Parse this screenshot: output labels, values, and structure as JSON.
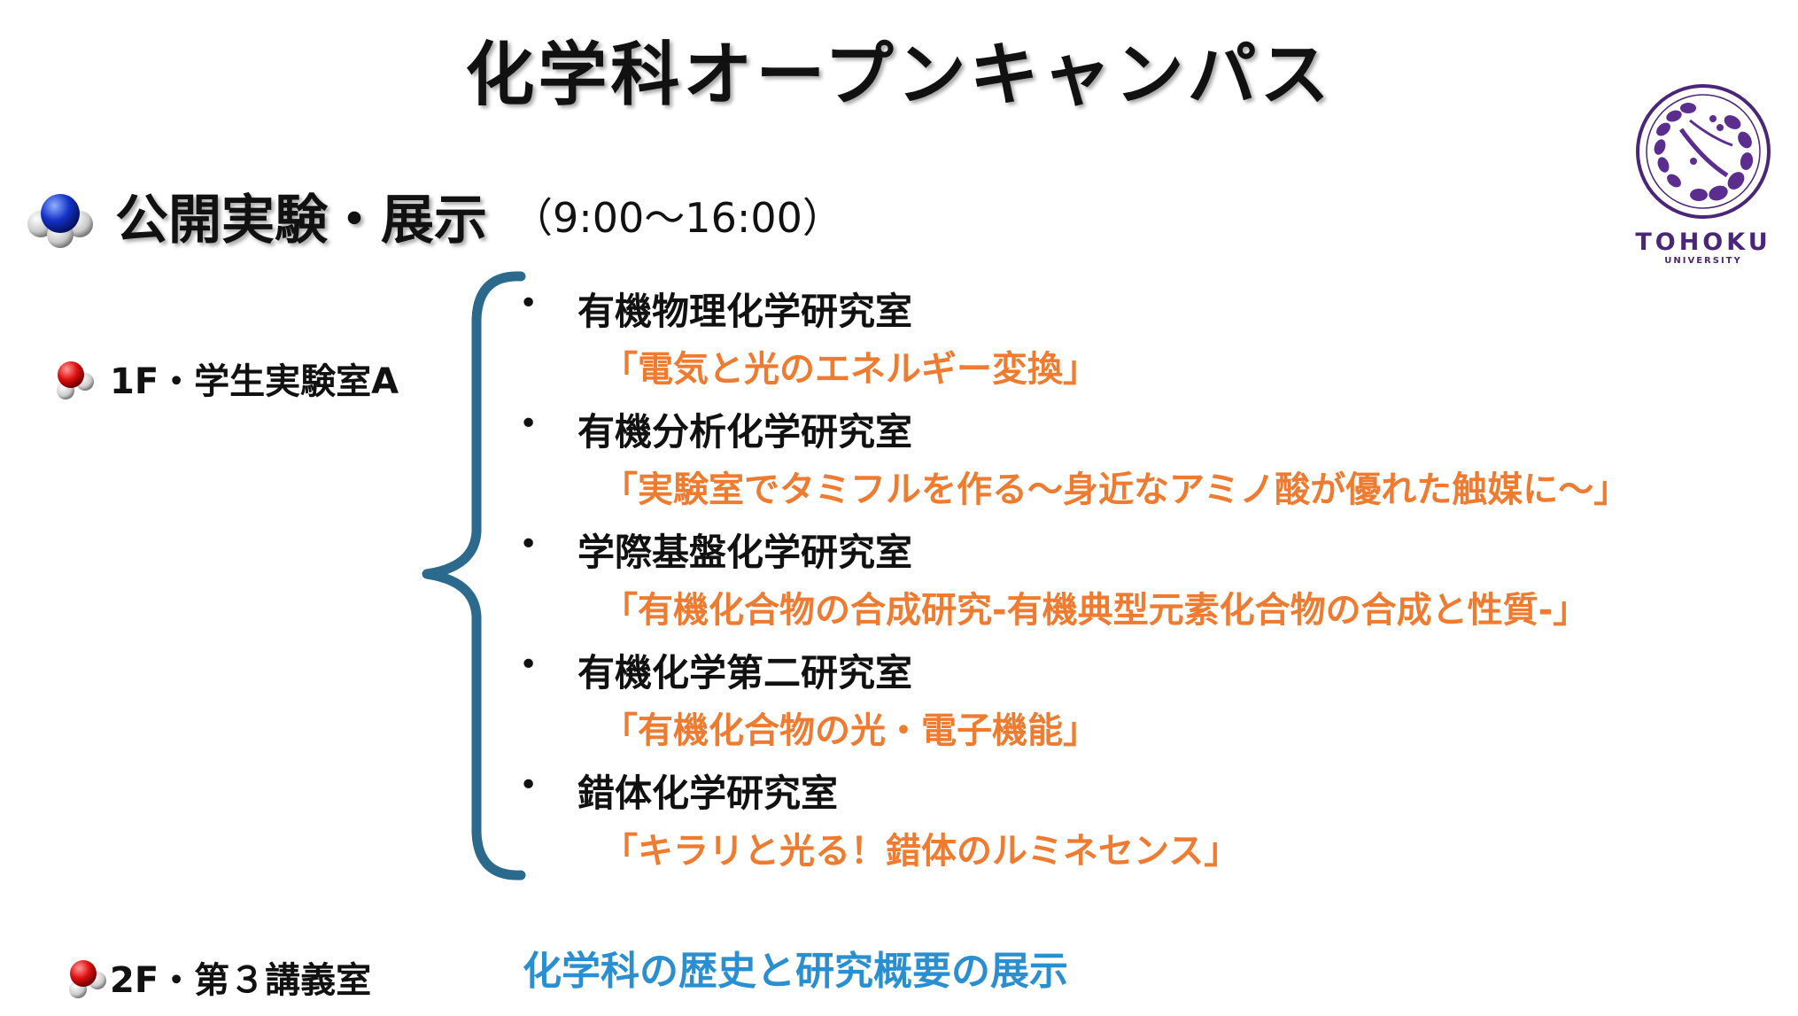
{
  "title": "化学科オープンキャンパス",
  "logo": {
    "name": "TOHOKU",
    "sub": "UNIVERSITY",
    "color": "#4a2578"
  },
  "section": {
    "title": "公開実験・展示",
    "time": "（9:00～16:00）"
  },
  "floors": [
    {
      "label": "1F・学生実験室A",
      "labs": [
        {
          "name": "有機物理化学研究室",
          "topic": "「電気と光のエネルギー変換」"
        },
        {
          "name": "有機分析化学研究室",
          "topic": "「実験室でタミフルを作る～身近なアミノ酸が優れた触媒に～」"
        },
        {
          "name": "学際基盤化学研究室",
          "topic": "「有機化合物の合成研究-有機典型元素化合物の合成と性質-」"
        },
        {
          "name": "有機化学第二研究室",
          "topic": "「有機化合物の光・電子機能」"
        },
        {
          "name": "錯体化学研究室",
          "topic": "「キラリと光る！錯体のルミネセンス」"
        }
      ]
    },
    {
      "label": "2F・第３講義室",
      "exhibit": "化学科の歴史と研究概要の展示"
    }
  ],
  "bullet": "•",
  "colors": {
    "topic": "#ee7b30",
    "exhibit": "#2a8fd0",
    "brace": "#2b6a8c"
  }
}
